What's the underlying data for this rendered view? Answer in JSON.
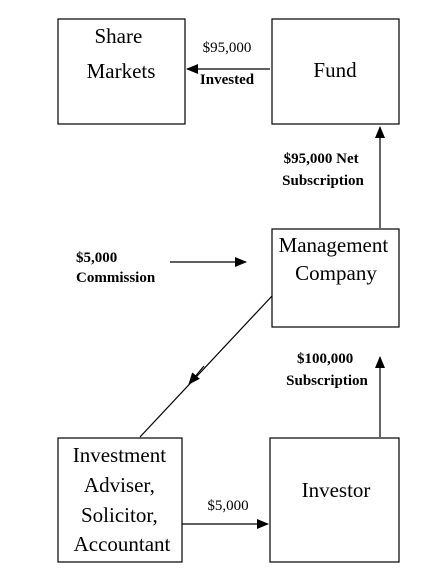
{
  "boxes": {
    "share_markets": [
      "Share",
      "Markets"
    ],
    "fund": [
      "Fund"
    ],
    "management_company": [
      "Management",
      "Company"
    ],
    "investment_adviser": [
      "Investment",
      "Adviser,",
      "Solicitor,",
      "Accountant"
    ],
    "investor": [
      "Investor"
    ]
  },
  "flows": {
    "fund_to_markets": [
      "$95,000",
      "Invested"
    ],
    "mgmt_to_fund": [
      "$95,000 Net",
      "Subscription"
    ],
    "commission": [
      "$5,000",
      "Commission"
    ],
    "investor_to_mgmt": [
      "$100,000",
      "Subscription"
    ],
    "adviser_to_investor": [
      "$5,000"
    ]
  }
}
